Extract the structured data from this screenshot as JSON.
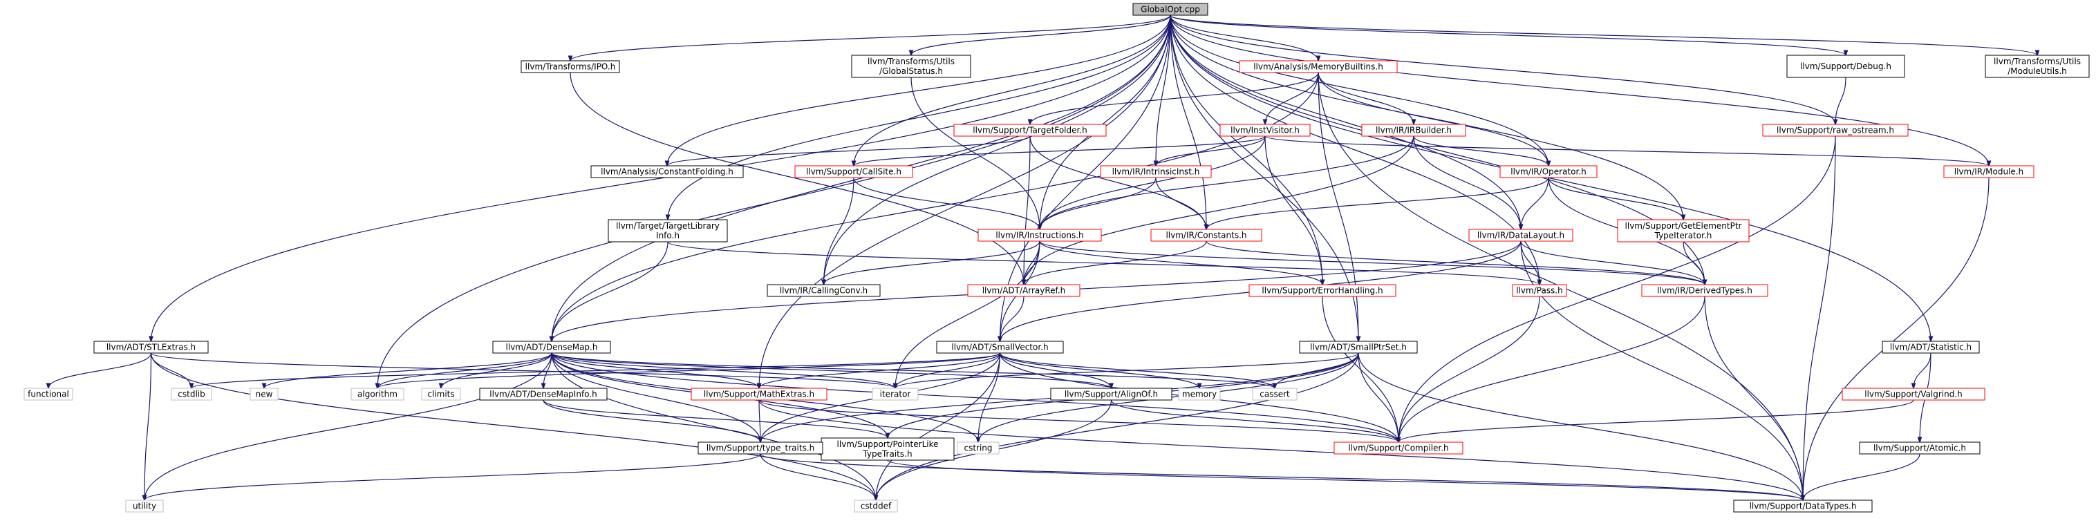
{
  "diagram": {
    "title": "GlobalOpt.cpp",
    "colors": {
      "edge": "#191970",
      "root_fill": "#bfbfbf",
      "root_border": "#000000",
      "doc_border": "#000000",
      "undocumented_border": "#ff0000",
      "system_border": "#bfbfbf",
      "system_text": "#000000"
    },
    "nodes": [
      {
        "id": "root",
        "lines": [
          "GlobalOpt.cpp"
        ],
        "kind": "root"
      },
      {
        "id": "ipo",
        "lines": [
          "llvm/Transforms/IPO.h"
        ],
        "kind": "doc"
      },
      {
        "id": "globalstatus",
        "lines": [
          "llvm/Transforms/Utils",
          "/GlobalStatus.h"
        ],
        "kind": "doc"
      },
      {
        "id": "memorybuiltins",
        "lines": [
          "llvm/Analysis/MemoryBuiltins.h"
        ],
        "kind": "red"
      },
      {
        "id": "debug",
        "lines": [
          "llvm/Support/Debug.h"
        ],
        "kind": "doc"
      },
      {
        "id": "moduleutils",
        "lines": [
          "llvm/Transforms/Utils",
          "/ModuleUtils.h"
        ],
        "kind": "doc"
      },
      {
        "id": "targetfolder",
        "lines": [
          "llvm/Support/TargetFolder.h"
        ],
        "kind": "red"
      },
      {
        "id": "instvisitor",
        "lines": [
          "llvm/InstVisitor.h"
        ],
        "kind": "red"
      },
      {
        "id": "irbuilder",
        "lines": [
          "llvm/IR/IRBuilder.h"
        ],
        "kind": "red"
      },
      {
        "id": "rawostream",
        "lines": [
          "llvm/Support/raw_ostream.h"
        ],
        "kind": "red"
      },
      {
        "id": "constantfolding",
        "lines": [
          "llvm/Analysis/ConstantFolding.h"
        ],
        "kind": "doc"
      },
      {
        "id": "callsite",
        "lines": [
          "llvm/Support/CallSite.h"
        ],
        "kind": "red"
      },
      {
        "id": "intrinsicinst",
        "lines": [
          "llvm/IR/IntrinsicInst.h"
        ],
        "kind": "red"
      },
      {
        "id": "operator",
        "lines": [
          "llvm/IR/Operator.h"
        ],
        "kind": "red"
      },
      {
        "id": "module",
        "lines": [
          "llvm/IR/Module.h"
        ],
        "kind": "red"
      },
      {
        "id": "targetlibraryinfo",
        "lines": [
          "llvm/Target/TargetLibrary",
          "Info.h"
        ],
        "kind": "doc"
      },
      {
        "id": "instructions",
        "lines": [
          "llvm/IR/Instructions.h"
        ],
        "kind": "red"
      },
      {
        "id": "constants",
        "lines": [
          "llvm/IR/Constants.h"
        ],
        "kind": "red"
      },
      {
        "id": "datalayout",
        "lines": [
          "llvm/IR/DataLayout.h"
        ],
        "kind": "red"
      },
      {
        "id": "getelementptr",
        "lines": [
          "llvm/Support/GetElementPtr",
          "TypeIterator.h"
        ],
        "kind": "red"
      },
      {
        "id": "callingconv",
        "lines": [
          "llvm/IR/CallingConv.h"
        ],
        "kind": "doc"
      },
      {
        "id": "arrayref",
        "lines": [
          "llvm/ADT/ArrayRef.h"
        ],
        "kind": "red"
      },
      {
        "id": "errorhandling",
        "lines": [
          "llvm/Support/ErrorHandling.h"
        ],
        "kind": "red"
      },
      {
        "id": "pass",
        "lines": [
          "llvm/Pass.h"
        ],
        "kind": "red"
      },
      {
        "id": "derivedtypes",
        "lines": [
          "llvm/IR/DerivedTypes.h"
        ],
        "kind": "red"
      },
      {
        "id": "stlextras",
        "lines": [
          "llvm/ADT/STLExtras.h"
        ],
        "kind": "doc"
      },
      {
        "id": "densemap",
        "lines": [
          "llvm/ADT/DenseMap.h"
        ],
        "kind": "doc"
      },
      {
        "id": "smallvector",
        "lines": [
          "llvm/ADT/SmallVector.h"
        ],
        "kind": "doc"
      },
      {
        "id": "smallptrset",
        "lines": [
          "llvm/ADT/SmallPtrSet.h"
        ],
        "kind": "doc"
      },
      {
        "id": "statistic",
        "lines": [
          "llvm/ADT/Statistic.h"
        ],
        "kind": "doc"
      },
      {
        "id": "functional",
        "lines": [
          "functional"
        ],
        "kind": "sys"
      },
      {
        "id": "cstdlib",
        "lines": [
          "cstdlib"
        ],
        "kind": "sys"
      },
      {
        "id": "new",
        "lines": [
          "new"
        ],
        "kind": "sys"
      },
      {
        "id": "algorithm",
        "lines": [
          "algorithm"
        ],
        "kind": "sys"
      },
      {
        "id": "climits",
        "lines": [
          "climits"
        ],
        "kind": "sys"
      },
      {
        "id": "densemapinfo",
        "lines": [
          "llvm/ADT/DenseMapInfo.h"
        ],
        "kind": "doc"
      },
      {
        "id": "mathextras",
        "lines": [
          "llvm/Support/MathExtras.h"
        ],
        "kind": "red"
      },
      {
        "id": "iterator",
        "lines": [
          "iterator"
        ],
        "kind": "sys"
      },
      {
        "id": "alignof",
        "lines": [
          "llvm/Support/AlignOf.h"
        ],
        "kind": "doc"
      },
      {
        "id": "memory",
        "lines": [
          "memory"
        ],
        "kind": "sys"
      },
      {
        "id": "cassert",
        "lines": [
          "cassert"
        ],
        "kind": "sys"
      },
      {
        "id": "valgrind",
        "lines": [
          "llvm/Support/Valgrind.h"
        ],
        "kind": "red"
      },
      {
        "id": "compiler",
        "lines": [
          "llvm/Support/Compiler.h"
        ],
        "kind": "red"
      },
      {
        "id": "cstring",
        "lines": [
          "cstring"
        ],
        "kind": "sys"
      },
      {
        "id": "pointerlike",
        "lines": [
          "llvm/Support/PointerLike",
          "TypeTraits.h"
        ],
        "kind": "doc"
      },
      {
        "id": "typetraits",
        "lines": [
          "llvm/Support/type_traits.h"
        ],
        "kind": "doc"
      },
      {
        "id": "atomic",
        "lines": [
          "llvm/Support/Atomic.h"
        ],
        "kind": "doc"
      },
      {
        "id": "utility",
        "lines": [
          "utility"
        ],
        "kind": "sys"
      },
      {
        "id": "cstddef",
        "lines": [
          "cstddef"
        ],
        "kind": "sys"
      },
      {
        "id": "datatypes",
        "lines": [
          "llvm/Support/DataTypes.h"
        ],
        "kind": "doc"
      }
    ],
    "edges": [
      [
        "root",
        "ipo"
      ],
      [
        "root",
        "globalstatus"
      ],
      [
        "root",
        "memorybuiltins"
      ],
      [
        "root",
        "debug"
      ],
      [
        "root",
        "moduleutils"
      ],
      [
        "root",
        "constantfolding"
      ],
      [
        "root",
        "callsite"
      ],
      [
        "root",
        "intrinsicinst"
      ],
      [
        "root",
        "operator"
      ],
      [
        "root",
        "module"
      ],
      [
        "root",
        "targetlibraryinfo"
      ],
      [
        "root",
        "instructions"
      ],
      [
        "root",
        "constants"
      ],
      [
        "root",
        "datalayout"
      ],
      [
        "root",
        "getelementptr"
      ],
      [
        "root",
        "callingconv"
      ],
      [
        "root",
        "errorhandling"
      ],
      [
        "root",
        "pass"
      ],
      [
        "root",
        "derivedtypes"
      ],
      [
        "root",
        "stlextras"
      ],
      [
        "root",
        "densemap"
      ],
      [
        "root",
        "smallvector"
      ],
      [
        "root",
        "smallptrset"
      ],
      [
        "root",
        "statistic"
      ],
      [
        "root",
        "algorithm"
      ],
      [
        "root",
        "mathextras"
      ],
      [
        "root",
        "rawostream"
      ],
      [
        "memorybuiltins",
        "targetfolder"
      ],
      [
        "memorybuiltins",
        "instvisitor"
      ],
      [
        "memorybuiltins",
        "irbuilder"
      ],
      [
        "memorybuiltins",
        "operator"
      ],
      [
        "memorybuiltins",
        "smallptrset"
      ],
      [
        "memorybuiltins",
        "datatypes"
      ],
      [
        "memorybuiltins",
        "densemap"
      ],
      [
        "targetfolder",
        "constantfolding"
      ],
      [
        "targetfolder",
        "constants"
      ],
      [
        "targetfolder",
        "arrayref"
      ],
      [
        "instvisitor",
        "callsite"
      ],
      [
        "instvisitor",
        "intrinsicinst"
      ],
      [
        "instvisitor",
        "instructions"
      ],
      [
        "instvisitor",
        "module"
      ],
      [
        "instvisitor",
        "errorhandling"
      ],
      [
        "irbuilder",
        "instructions"
      ],
      [
        "irbuilder",
        "datalayout"
      ],
      [
        "irbuilder",
        "operator"
      ],
      [
        "irbuilder",
        "arrayref"
      ],
      [
        "debug",
        "rawostream"
      ],
      [
        "rawostream",
        "compiler"
      ],
      [
        "rawostream",
        "datatypes"
      ],
      [
        "globalstatus",
        "instructions"
      ],
      [
        "ipo",
        "arrayref"
      ],
      [
        "targetlibraryinfo",
        "densemap"
      ],
      [
        "targetlibraryinfo",
        "pass"
      ],
      [
        "callsite",
        "instructions"
      ],
      [
        "callsite",
        "callingconv"
      ],
      [
        "intrinsicinst",
        "instructions"
      ],
      [
        "intrinsicinst",
        "constants"
      ],
      [
        "operator",
        "constants"
      ],
      [
        "operator",
        "datalayout"
      ],
      [
        "operator",
        "getelementptr"
      ],
      [
        "operator",
        "derivedtypes"
      ],
      [
        "module",
        "datatypes"
      ],
      [
        "instructions",
        "arrayref"
      ],
      [
        "instructions",
        "smallvector"
      ],
      [
        "instructions",
        "callingconv"
      ],
      [
        "instructions",
        "errorhandling"
      ],
      [
        "instructions",
        "iterator"
      ],
      [
        "instructions",
        "derivedtypes"
      ],
      [
        "constants",
        "arrayref"
      ],
      [
        "constants",
        "derivedtypes"
      ],
      [
        "datalayout",
        "derivedtypes"
      ],
      [
        "datalayout",
        "pass"
      ],
      [
        "datalayout",
        "densemap"
      ],
      [
        "datalayout",
        "smallvector"
      ],
      [
        "datalayout",
        "datatypes"
      ],
      [
        "getelementptr",
        "derivedtypes"
      ],
      [
        "arrayref",
        "smallvector"
      ],
      [
        "errorhandling",
        "compiler"
      ],
      [
        "pass",
        "compiler"
      ],
      [
        "derivedtypes",
        "compiler"
      ],
      [
        "derivedtypes",
        "datatypes"
      ],
      [
        "stlextras",
        "functional"
      ],
      [
        "stlextras",
        "cstdlib"
      ],
      [
        "stlextras",
        "iterator"
      ],
      [
        "stlextras",
        "utility"
      ],
      [
        "stlextras",
        "cstddef"
      ],
      [
        "densemap",
        "densemapinfo"
      ],
      [
        "densemap",
        "mathextras"
      ],
      [
        "densemap",
        "alignof"
      ],
      [
        "densemap",
        "typetraits"
      ],
      [
        "densemap",
        "algorithm"
      ],
      [
        "densemap",
        "cassert"
      ],
      [
        "densemap",
        "climits"
      ],
      [
        "densemap",
        "cstddef"
      ],
      [
        "densemap",
        "cstring"
      ],
      [
        "densemap",
        "iterator"
      ],
      [
        "densemap",
        "new"
      ],
      [
        "densemap",
        "utility"
      ],
      [
        "densemap",
        "compiler"
      ],
      [
        "densemap",
        "pointerlike"
      ],
      [
        "smallvector",
        "alignof"
      ],
      [
        "smallvector",
        "compiler"
      ],
      [
        "smallvector",
        "mathextras"
      ],
      [
        "smallvector",
        "typetraits"
      ],
      [
        "smallvector",
        "algorithm"
      ],
      [
        "smallvector",
        "cassert"
      ],
      [
        "smallvector",
        "cstddef"
      ],
      [
        "smallvector",
        "cstdlib"
      ],
      [
        "smallvector",
        "cstring"
      ],
      [
        "smallvector",
        "iterator"
      ],
      [
        "smallvector",
        "memory"
      ],
      [
        "smallptrset",
        "compiler"
      ],
      [
        "smallptrset",
        "datatypes"
      ],
      [
        "smallptrset",
        "pointerlike"
      ],
      [
        "smallptrset",
        "cassert"
      ],
      [
        "smallptrset",
        "cstddef"
      ],
      [
        "smallptrset",
        "cstring"
      ],
      [
        "smallptrset",
        "iterator"
      ],
      [
        "smallptrset",
        "typetraits"
      ],
      [
        "statistic",
        "atomic"
      ],
      [
        "statistic",
        "valgrind"
      ],
      [
        "valgrind",
        "compiler"
      ],
      [
        "atomic",
        "datatypes"
      ],
      [
        "densemapinfo",
        "pointerlike"
      ],
      [
        "densemapinfo",
        "typetraits"
      ],
      [
        "mathextras",
        "compiler"
      ],
      [
        "mathextras",
        "typetraits"
      ],
      [
        "mathextras",
        "datatypes"
      ],
      [
        "alignof",
        "compiler"
      ],
      [
        "alignof",
        "cstddef"
      ],
      [
        "pointerlike",
        "datatypes"
      ],
      [
        "typetraits",
        "cstddef"
      ],
      [
        "typetraits",
        "utility"
      ],
      [
        "typetraits",
        "datatypes"
      ]
    ]
  }
}
